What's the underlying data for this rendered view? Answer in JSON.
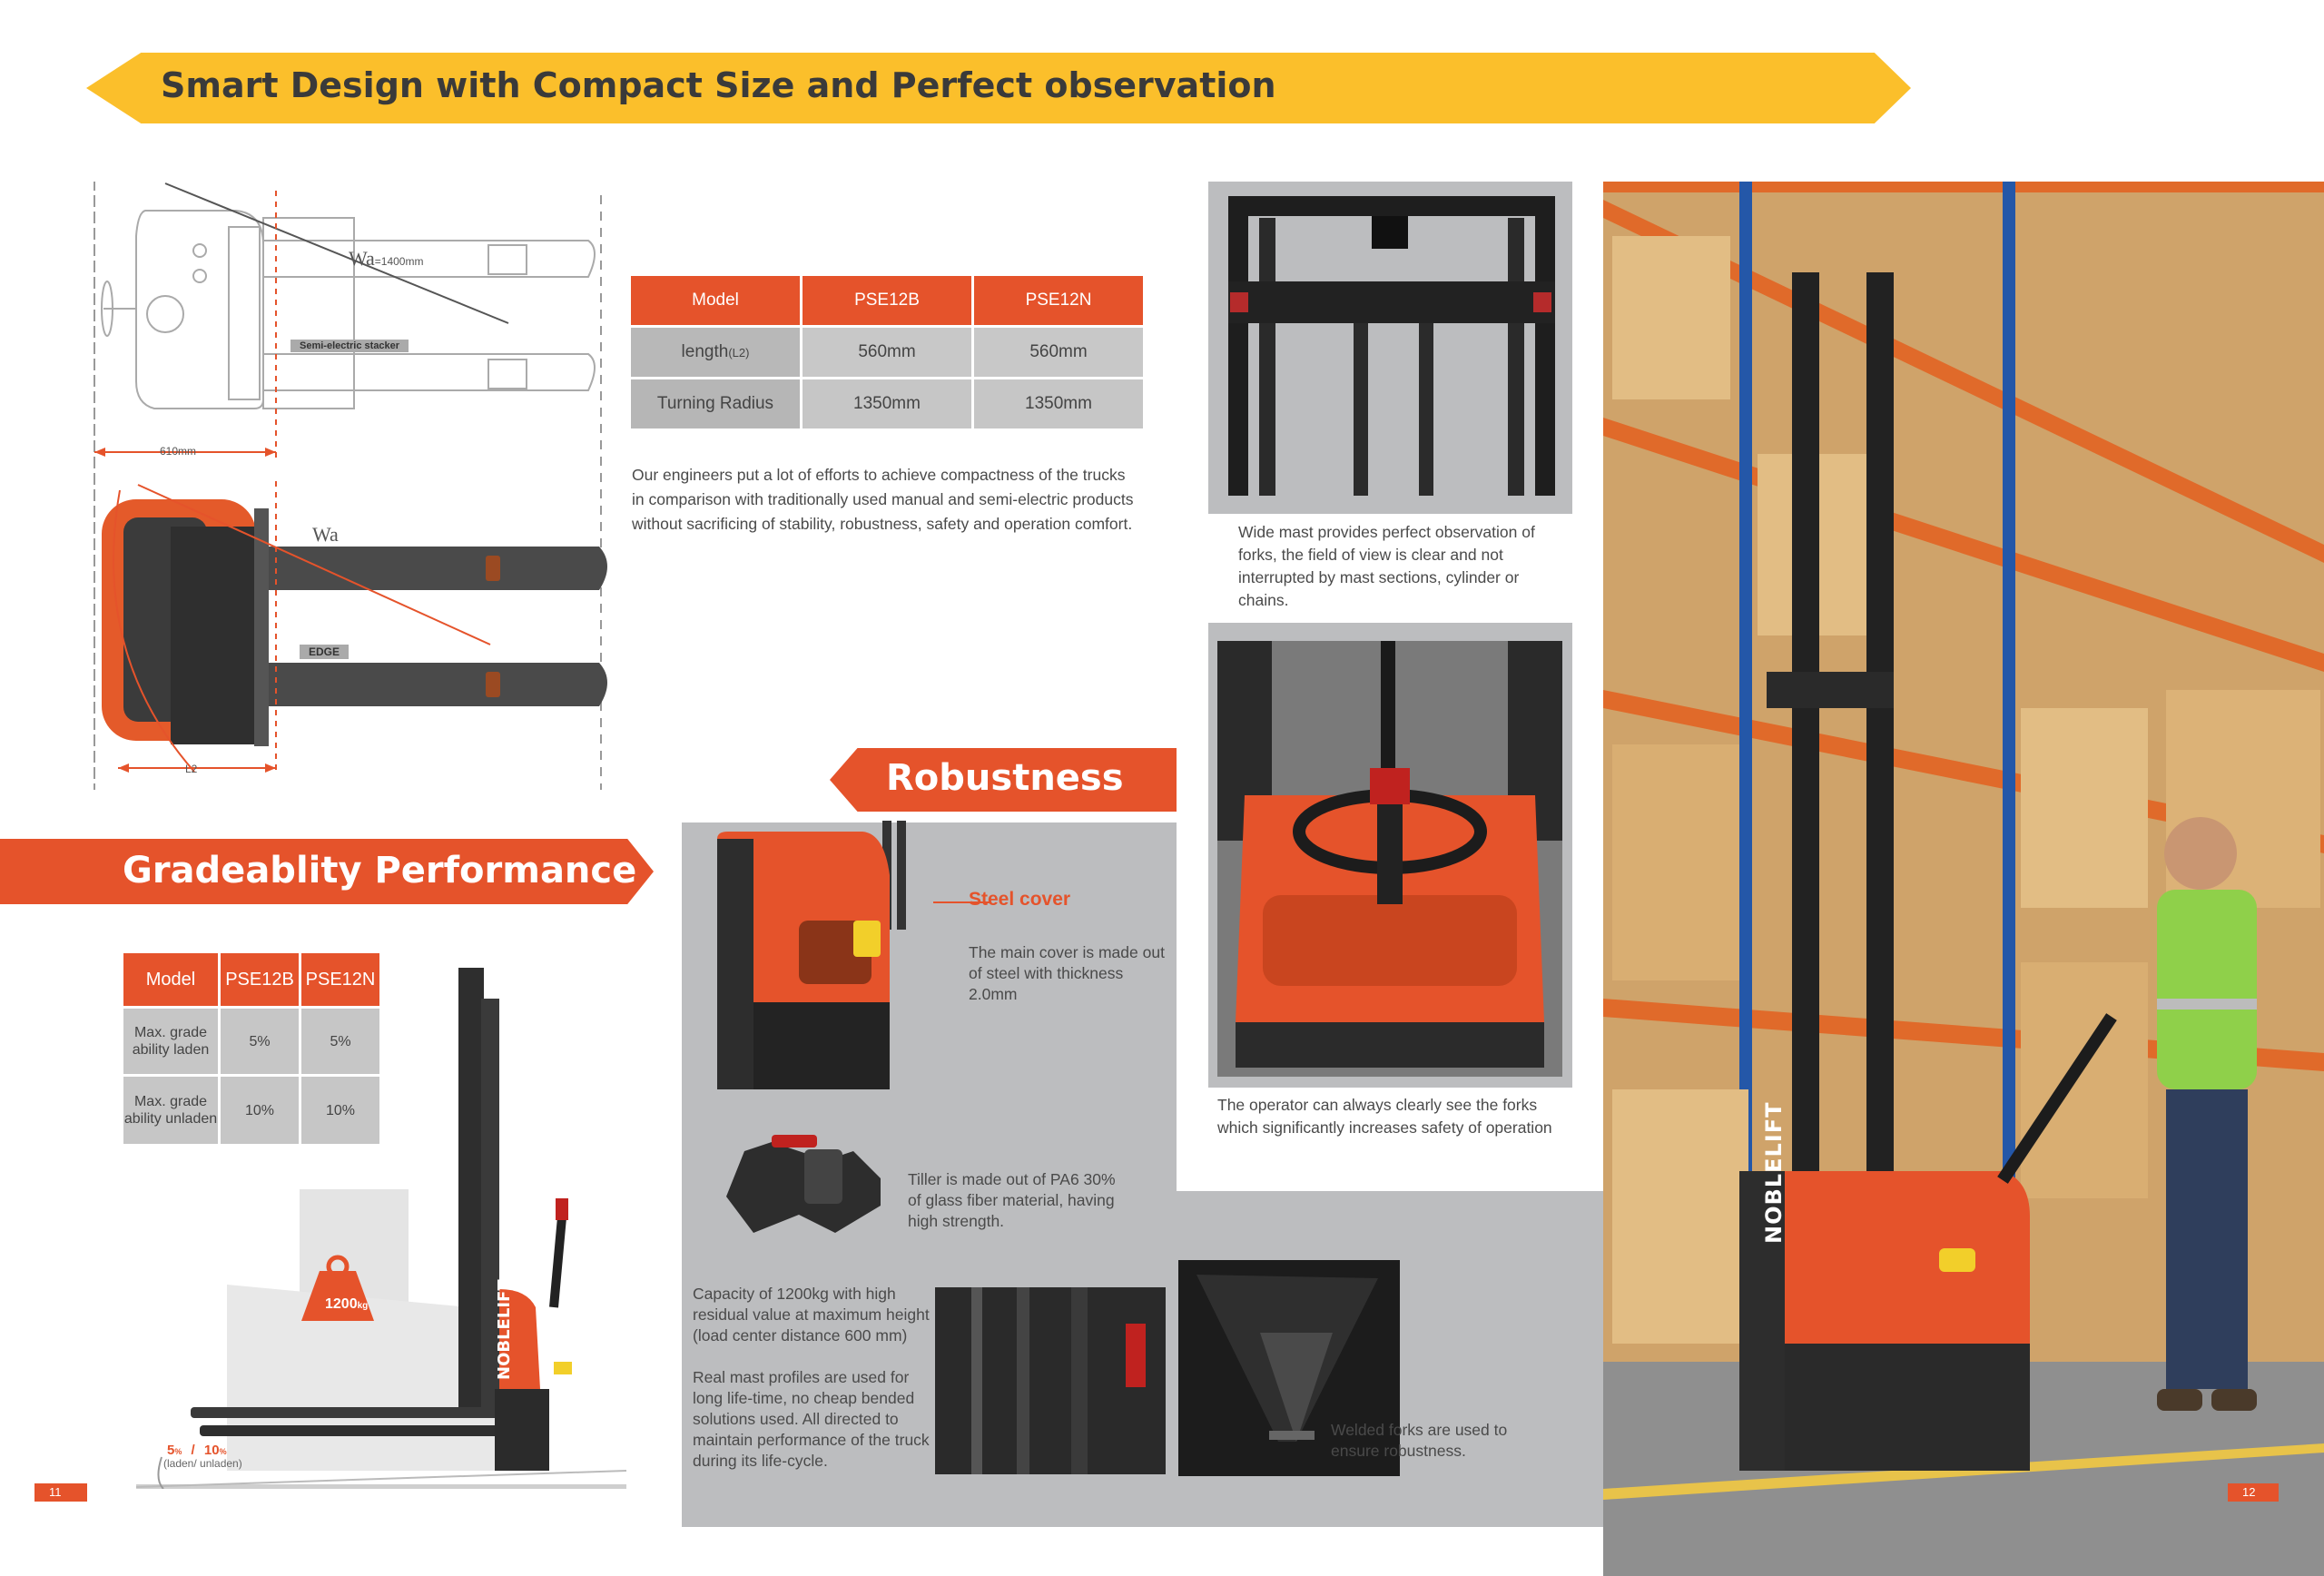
{
  "heading": "Smart Design with Compact Size and Perfect observation",
  "diagram": {
    "wa_top": "Wa",
    "wa_top_value": "=1400mm",
    "semi_label": "Semi-electric stacker",
    "width_label": "610mm",
    "wa_bottom": "Wa",
    "edge_label": "EDGE",
    "l2_label": "L2"
  },
  "spec_table": {
    "headers": [
      "Model",
      "PSE12B",
      "PSE12N"
    ],
    "rows": [
      {
        "label": "length",
        "label_sub": "(L2)",
        "b": "560mm",
        "n": "560mm"
      },
      {
        "label": "Turning Radius",
        "b": "1350mm",
        "n": "1350mm"
      }
    ]
  },
  "compact_text": "Our engineers put a lot of efforts to achieve compactness of the trucks in comparison with traditionally used manual and semi-electric products without sacrificing of stability, robustness, safety and operation comfort.",
  "mast_caption": "Wide mast provides perfect observation of forks, the field of view is clear and not interrupted by mast sections, cylinder or chains.",
  "operator_caption": "The operator can always clearly see the forks which significantly increases safety of operation",
  "robustness": {
    "title": "Robustness",
    "steel_cover_label": "Steel cover",
    "steel_cover_text": "The main cover is made out of steel with thickness 2.0mm",
    "tiller_text": "Tiller is made out of PA6 30% of glass fiber material, having high strength.",
    "capacity_text": "Capacity of 1200kg with high residual value at maximum height (load center distance 600 mm)",
    "mast_text": "Real mast profiles are used for long life-time, no cheap bended solutions used. All directed to maintain performance of the truck during its life-cycle.",
    "forks_text": "Welded forks are used to ensure robustness."
  },
  "gradeability": {
    "title": "Gradeablity Performance",
    "headers": [
      "Model",
      "PSE12B",
      "PSE12N"
    ],
    "rows": [
      {
        "label": "Max. grade ability laden",
        "b": "5%",
        "n": "5%"
      },
      {
        "label": "Max. grade ability unladen",
        "b": "10%",
        "n": "10%"
      }
    ],
    "weight_label": "1200",
    "weight_unit": "kg",
    "slope_a": "5",
    "slope_b": "10",
    "slope_sub": "(laden/ unladen)"
  },
  "brand": "NOBLELIFT",
  "page_left": "11",
  "page_right": "12"
}
